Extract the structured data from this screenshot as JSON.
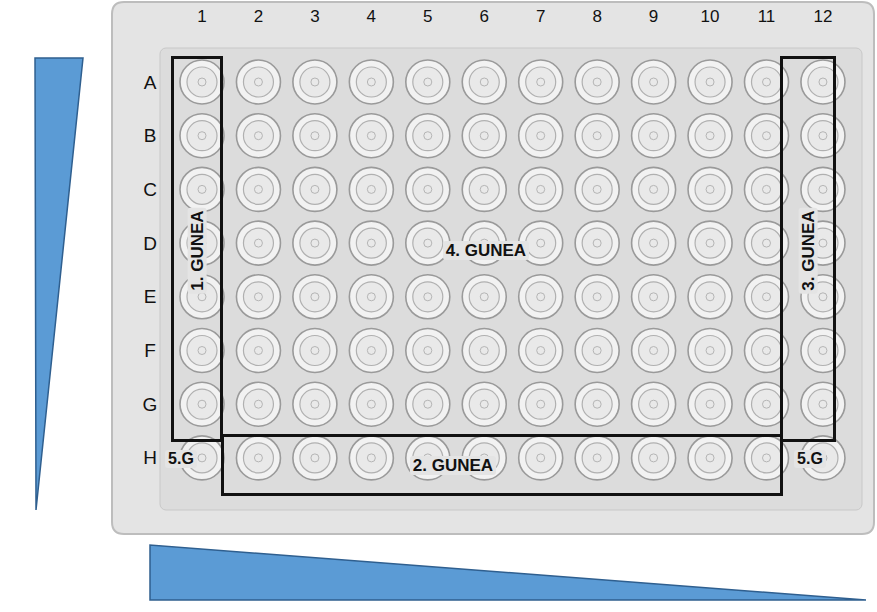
{
  "diagram": {
    "nodes": [
      {
        "text": [
          "1. GUNEA"
        ]
      },
      {
        "text": [
          "3. GUNEA"
        ]
      },
      {
        "text": [
          "2. GUNEA"
        ]
      }
    ],
    "labels": [
      "1",
      "2",
      "3",
      "4",
      "5",
      "6",
      "7",
      "8",
      "9",
      "10",
      "11",
      "12",
      "A",
      "B",
      "C",
      "D",
      "E",
      "F",
      "G",
      "H",
      "4. GUNEA",
      "5.G",
      "5.G"
    ]
  }
}
